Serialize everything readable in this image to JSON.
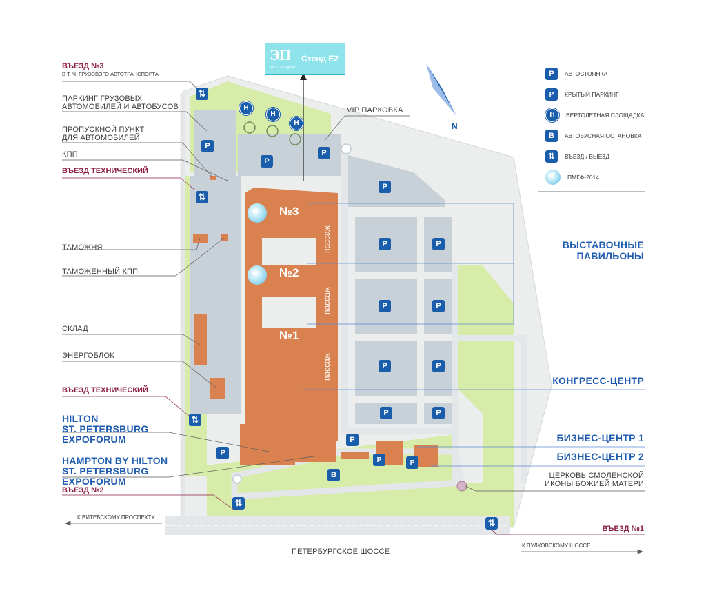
{
  "stand": {
    "logo": "ЭП",
    "subtitle": "РУПТ ХОЛДИНГ",
    "label": "Стенд Е2"
  },
  "compass": {
    "north": "N"
  },
  "legend": [
    {
      "icon": "P",
      "label": "автостоянка"
    },
    {
      "icon": "P",
      "label": "крытый паркинг"
    },
    {
      "icon": "H",
      "label": "вертолетная площадка"
    },
    {
      "icon": "B",
      "label": "автобусная остановка"
    },
    {
      "icon": "⇅",
      "label": "въезд / выезд"
    },
    {
      "icon": "ПМГФ",
      "label": "ПМГФ-2014"
    }
  ],
  "left_labels": {
    "entrance3": "ВЪЕЗД №3",
    "entrance3_sub": "в т. ч. грузового автотранспорта",
    "truck_parking_1": "ПАРКИНГ ГРУЗОВЫХ",
    "truck_parking_2": "АВТОМОБИЛЕЙ И АВТОБУСОВ",
    "checkpoint_1": "ПРОПУСКНОЙ ПУНКТ",
    "checkpoint_2": "ДЛЯ АВТОМОБИЛЕЙ",
    "kpp": "КПП",
    "tech_entrance_1": "ВЪЕЗД ТЕХНИЧЕСКИЙ",
    "customs": "ТАМОЖНЯ",
    "customs_kpp": "ТАМОЖЕННЫЙ КПП",
    "warehouse": "СКЛАД",
    "energy": "ЭНЕРГОБЛОК",
    "tech_entrance_2": "ВЪЕЗД ТЕХНИЧЕСКИЙ",
    "hilton_1": "HILTON",
    "hilton_2": "ST. PETERSBURG",
    "hilton_3": "EXPOFORUM",
    "hampton_1": "HAMPTON BY HILTON",
    "hampton_2": "ST. PETERSBURG",
    "hampton_3": "EXPOFORUM",
    "entrance2": "ВЪЕЗД №2",
    "to_vitebsky": "К ВИТЕБСКОМУ ПРОСПЕКТУ"
  },
  "right_labels": {
    "vip_parking": "VIP ПАРКОВКА",
    "pavilions_1": "ВЫСТАВОЧНЫЕ",
    "pavilions_2": "ПАВИЛЬОНЫ",
    "congress": "КОНГРЕСС-ЦЕНТР",
    "bc1": "БИЗНЕС-ЦЕНТР 1",
    "bc2": "БИЗНЕС-ЦЕНТР 2",
    "church_1": "ЦЕРКОВЬ СМОЛЕНСКОЙ",
    "church_2": "ИКОНЫ БОЖИЕЙ МАТЕРИ",
    "entrance1": "ВЪЕЗД №1",
    "to_pulkovo": "К ПУЛКОВСКОМУ ШОССЕ",
    "highway": "ПЕТЕРБУРГСКОЕ ШОССЕ"
  },
  "pavilions": {
    "p3": "№3",
    "p2": "№2",
    "p1": "№1",
    "passage": "пассаж"
  },
  "icons": {
    "parking": "P",
    "heli": "H",
    "bus": "B",
    "covered": "P",
    "entry": "⇅"
  },
  "colors": {
    "building": "#d9824f",
    "parking_area": "#c9d1d8",
    "green": "#d8ecaa",
    "road": "#e3e7ea",
    "blue_label": "#1f5cb0",
    "red_label": "#8b1f45",
    "icon_blue": "#1a5dab"
  }
}
